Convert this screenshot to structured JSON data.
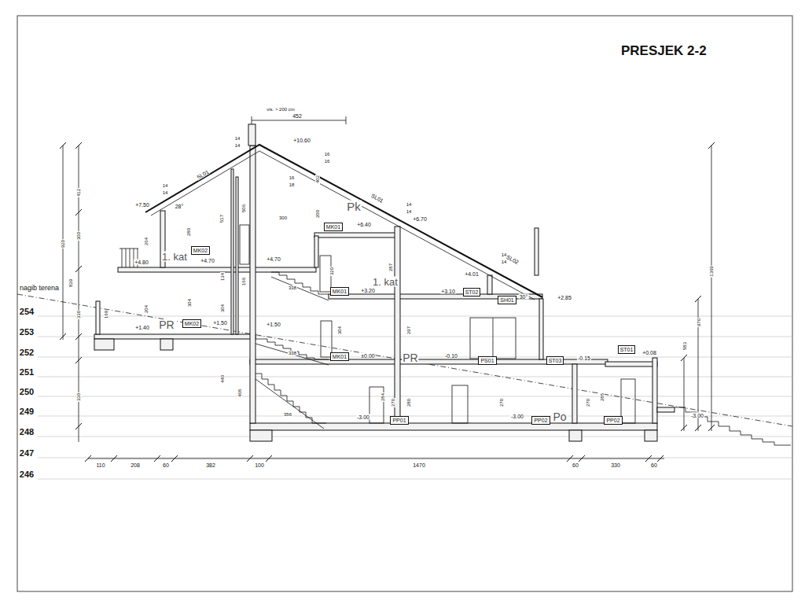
{
  "diagram": {
    "title": "PRESJEK 2-2",
    "nodes": [
      {
        "text": [
          "MK02"
        ]
      },
      {
        "text": [
          "MK02"
        ]
      },
      {
        "text": [
          "MK01"
        ]
      },
      {
        "text": [
          "MK01"
        ]
      },
      {
        "text": [
          "MK01"
        ]
      },
      {
        "text": [
          "ST02"
        ]
      },
      {
        "text": [
          "SH01"
        ]
      },
      {
        "text": [
          "PS01"
        ]
      },
      {
        "text": [
          "ST03"
        ]
      },
      {
        "text": [
          "ST01"
        ]
      },
      {
        "text": [
          "PP01"
        ]
      },
      {
        "text": [
          "PP02"
        ]
      },
      {
        "text": [
          "PP02"
        ]
      }
    ],
    "labels": [
      "nagib terena",
      "254",
      "253",
      "252",
      "251",
      "250",
      "249",
      "248",
      "247",
      "246",
      "vis. > 200 cm",
      "452",
      "+10.60",
      "14",
      "14",
      "14",
      "14",
      "14",
      "14",
      "14",
      "14",
      "16",
      "16",
      "16",
      "18",
      "+7.50",
      "28°",
      "SL01",
      "SL01",
      "SL02",
      "30°",
      "+6.70",
      "+4.01",
      "+2.85",
      "+4.80",
      "+4.70",
      "+4.70",
      "+6.40",
      "+3.20",
      "+3.10",
      "+1.40",
      "+1.50",
      "+1.50",
      "±0.00",
      "-0.10",
      "-0.15",
      "+0.08",
      "-3.00",
      "-3.00",
      "-3.00",
      "1. kat",
      "Pk",
      "1. kat",
      "PR",
      "PR",
      "Po",
      "920",
      "412",
      "300",
      "839",
      "330",
      "330",
      "169",
      "204",
      "264",
      "280",
      "304",
      "304",
      "517",
      "506",
      "402",
      "200",
      "320",
      "304",
      "287",
      "297",
      "440",
      "468",
      "284",
      "270",
      "280",
      "270",
      "270",
      "285",
      "134",
      "166",
      "300",
      "338",
      "338",
      "356",
      "1369",
      "970",
      "583",
      "110",
      "208",
      "60",
      "382",
      "100",
      "1470",
      "60",
      "330",
      "60"
    ]
  }
}
